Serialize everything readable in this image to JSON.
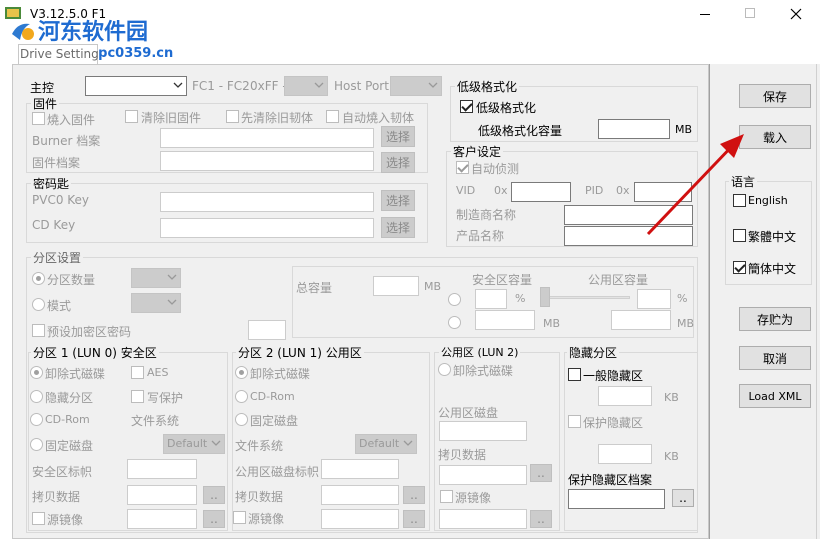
{
  "window": {
    "title": "V3.12.5.0 F1",
    "tab": "Drive Setting",
    "watermark": "河东软件园",
    "watermark_url": "www.pc0359.cn"
  },
  "main": {
    "controller_label": "主控",
    "fc_label": "FC1 - FC2",
    "oxff_label": "0xFF -",
    "host_port_label": "Host Port",
    "firmware": {
      "title": "固件",
      "burn_fw": "燒入固件",
      "clear_old_fw": "清除旧固件",
      "clear_old_fw_first": "先清除旧韧体",
      "auto_burn_fw": "自动燒入韧体",
      "burner_file": "Burner 档案",
      "fw_file": "固件档案",
      "select": "选择"
    },
    "key": {
      "title": "密码匙",
      "pvc0": "PVC0 Key",
      "cd_key": "CD Key",
      "select": "选择"
    },
    "low_format": {
      "title": "低级格式化",
      "enable": "低级格式化",
      "capacity": "低级格式化容量",
      "unit": "MB"
    },
    "customer": {
      "title": "客户设定",
      "auto_detect": "自动侦测",
      "vid": "VID",
      "ox": "0x",
      "pid": "PID",
      "vendor": "制造商名称",
      "product": "产品名称"
    },
    "partition": {
      "title": "分区设置",
      "count": "分区数量",
      "mode": "模式",
      "preset_pw": "预设加密区密码",
      "total_cap": "总容量",
      "mb": "MB",
      "secure_cap": "安全区容量",
      "public_cap": "公用区容量",
      "pct": "%"
    },
    "part1": {
      "title": "分区 1 (LUN 0) 安全区",
      "removable": "卸除式磁碟",
      "aes": "AES",
      "hidden": "隐藏分区",
      "write_protect": "写保护",
      "cdrom": "CD-Rom",
      "fs": "文件系统",
      "fixed": "固定磁盘",
      "default": "Default",
      "label": "安全区标帜",
      "copy": "拷贝数据",
      "mirror": "源镜像",
      "dots": ".."
    },
    "part2": {
      "title": "分区 2 (LUN 1) 公用区",
      "removable": "卸除式磁碟",
      "cdrom": "CD-Rom",
      "fixed": "固定磁盘",
      "fs": "文件系统",
      "default": "Default",
      "label": "公用区磁盘标帜",
      "copy": "拷贝数据",
      "mirror": "源镜像",
      "dots": ".."
    },
    "public": {
      "title": "公用区 (LUN 2)",
      "removable": "卸除式磁碟",
      "disk": "公用区磁盘",
      "copy": "拷贝数据",
      "mirror": "源镜像",
      "dots": ".."
    },
    "hidden": {
      "title": "隐藏分区",
      "normal": "一般隐藏区",
      "kb": "KB",
      "protect": "保护隐藏区",
      "file": "保护隐藏区档案",
      "dots": ".."
    }
  },
  "side": {
    "save": "保存",
    "load": "载入",
    "lang_title": "语言",
    "english": "English",
    "trad": "繁體中文",
    "simp": "簡体中文",
    "save_as": "存贮为",
    "cancel": "取消",
    "load_xml": "Load XML"
  }
}
